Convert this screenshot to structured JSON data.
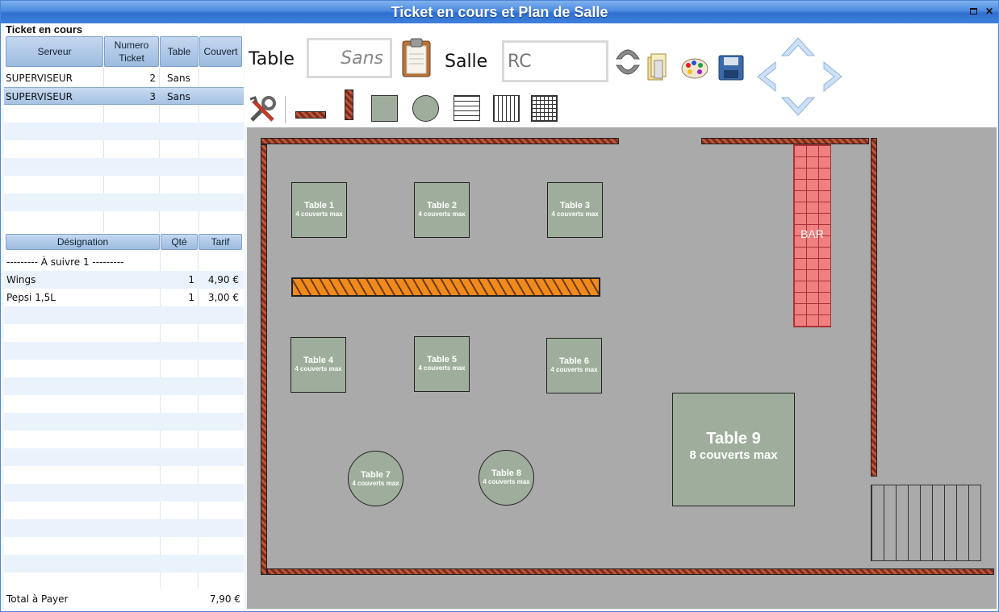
{
  "window": {
    "title": "Ticket en cours et Plan de Salle"
  },
  "left": {
    "section_title": "Ticket en cours",
    "tickets": {
      "headers": [
        "Serveur",
        "Numero Ticket",
        "Table",
        "Couvert"
      ],
      "rows": [
        {
          "serveur": "SUPERVISEUR",
          "numero": "2",
          "table": "Sans",
          "couvert": ""
        },
        {
          "serveur": "SUPERVISEUR",
          "numero": "3",
          "table": "Sans",
          "couvert": ""
        }
      ]
    },
    "items": {
      "headers": [
        "Désignation",
        "Qté",
        "Tarif"
      ],
      "rows": [
        {
          "designation": "--------- À suivre 1 ---------",
          "qte": "",
          "tarif": ""
        },
        {
          "designation": "Wings",
          "qte": "1",
          "tarif": "4,90 €"
        },
        {
          "designation": "Pepsi 1,5L",
          "qte": "1",
          "tarif": "3,00 €"
        }
      ]
    },
    "total_label": "Total à Payer",
    "total_value": "7,90 €"
  },
  "toolbar": {
    "table_label": "Table",
    "table_value": "Sans",
    "salle_label": "Salle",
    "salle_value": "RC",
    "icons": [
      "clipboard-icon",
      "refresh-icon",
      "folder-icon",
      "palette-icon",
      "save-icon",
      "arrow-up-icon",
      "arrow-left-icon",
      "arrow-right-icon",
      "arrow-down-icon",
      "tools-icon",
      "wall-horizontal-icon",
      "wall-vertical-icon",
      "square-table-icon",
      "round-table-icon",
      "horizontal-lines-icon",
      "vertical-lines-icon",
      "grid-icon"
    ]
  },
  "plan": {
    "bar_label": "BAR",
    "tables": [
      {
        "name": "Table 1",
        "cap": "4 couverts max"
      },
      {
        "name": "Table 2",
        "cap": "4 couverts max"
      },
      {
        "name": "Table 3",
        "cap": "4 couverts max"
      },
      {
        "name": "Table 4",
        "cap": "4 couverts max"
      },
      {
        "name": "Table 5",
        "cap": "4 couverts max"
      },
      {
        "name": "Table 6",
        "cap": "4 couverts max"
      },
      {
        "name": "Table 7",
        "cap": "4 couverts max"
      },
      {
        "name": "Table 8",
        "cap": "4 couverts max"
      },
      {
        "name": "Table 9",
        "cap": "8 couverts max"
      }
    ]
  },
  "colors": {
    "title_bar": "#3f7fdc",
    "floor": "#aaaaaa",
    "table": "#9fae9c",
    "bar": "#f07f7f",
    "wall": "#c2553a",
    "counter": "#f08a1c"
  }
}
